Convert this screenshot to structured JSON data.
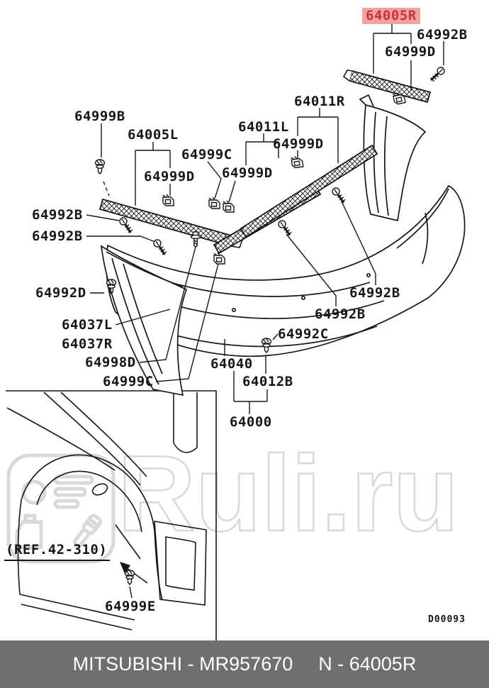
{
  "labels": [
    {
      "text": "64005R",
      "highlighted": true
    },
    {
      "text": "64992B"
    },
    {
      "text": "64999D"
    },
    {
      "text": "64011R"
    },
    {
      "text": "64011L"
    },
    {
      "text": "64999B"
    },
    {
      "text": "64005L"
    },
    {
      "text": "64999C"
    },
    {
      "text": "64999D"
    },
    {
      "text": "64999D"
    },
    {
      "text": "64999D"
    },
    {
      "text": "64992B"
    },
    {
      "text": "64992B"
    },
    {
      "text": "64992D"
    },
    {
      "text": "64037L"
    },
    {
      "text": "64037R"
    },
    {
      "text": "64998D"
    },
    {
      "text": "64999C"
    },
    {
      "text": "64040"
    },
    {
      "text": "64012B"
    },
    {
      "text": "64000"
    },
    {
      "text": "64992B"
    },
    {
      "text": "64992B"
    },
    {
      "text": "64992C"
    }
  ],
  "diagram": {
    "ref_label": "(REF.42-310)",
    "fastener_label": "64999E",
    "drawing_number": "D00093"
  },
  "watermark": {
    "text": "Ruli.ru"
  },
  "footer": {
    "brand_part": "MITSUBISHI - MR957670",
    "page_ref": "N - 64005R"
  },
  "colors": {
    "highlight_bg": "#f2a2a2",
    "highlight_text": "#c93434",
    "footer_bg": "#6f6f6f",
    "line": "#161616",
    "watermark": "#d9d9d9"
  }
}
